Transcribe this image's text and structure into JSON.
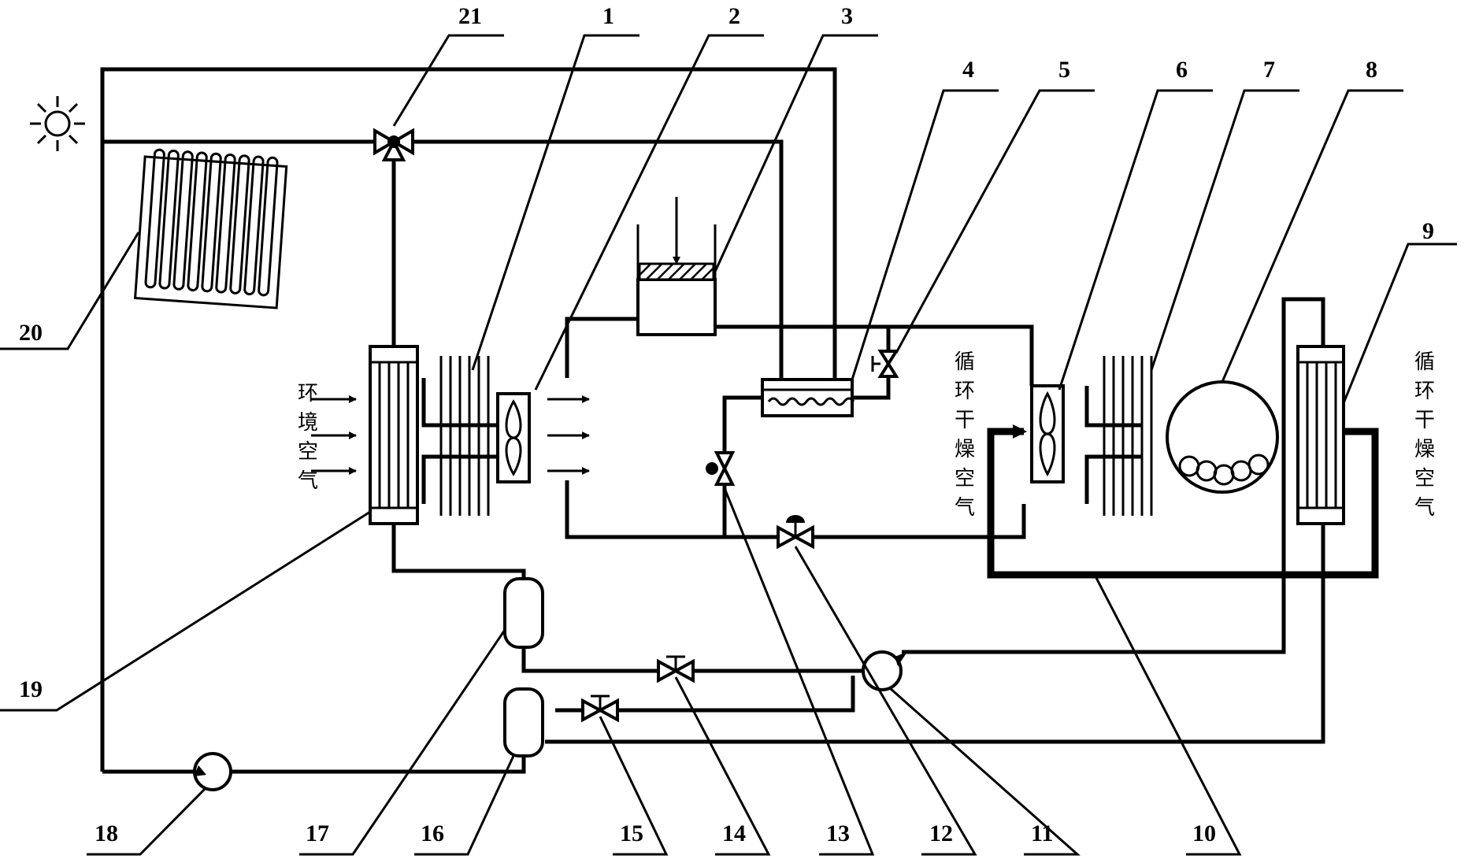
{
  "callouts": {
    "c1": "1",
    "c2": "2",
    "c3": "3",
    "c4": "4",
    "c5": "5",
    "c6": "6",
    "c7": "7",
    "c8": "8",
    "c9": "9",
    "c10": "10",
    "c11": "11",
    "c12": "12",
    "c13": "13",
    "c14": "14",
    "c15": "15",
    "c16": "16",
    "c17": "17",
    "c18": "18",
    "c19": "19",
    "c20": "20",
    "c21": "21"
  },
  "labels": {
    "ambient_air": [
      "环",
      "境",
      "空",
      "气"
    ],
    "circulating_dry_air_left": [
      "循",
      "环",
      "干",
      "燥",
      "空",
      "气"
    ],
    "circulating_dry_air_right": [
      "循",
      "环",
      "干",
      "燥",
      "空",
      "气"
    ]
  },
  "icons": {
    "sun": "sun-icon",
    "fan": "fan-icon"
  }
}
